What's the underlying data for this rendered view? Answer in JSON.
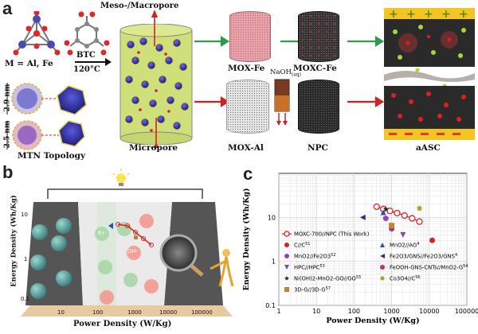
{
  "panels": {
    "a": "a",
    "b": "b",
    "c": "c"
  },
  "panel_a": {
    "metal_label": "M = Al, Fe",
    "btc_label": "BTC",
    "temp_label": "120°C",
    "meso_label": "Meso-/Macropore",
    "micro_label": "Micropore",
    "mtn_label": "MTN Topology",
    "size_1": "2.9 nm",
    "size_2": "2.5 nm",
    "mox_fe": "MOX-Fe",
    "moxc_fe": "MOXC-Fe",
    "mox_al": "MOX-Al",
    "npc": "NPC",
    "naoh": "NaOH",
    "naoh_sub": "(aq)",
    "aasc": "aASC",
    "colors": {
      "green_arrow": "#2e9a4a",
      "red_arrow": "#d6201f",
      "cylinder": "#cfe07a",
      "plus": "#5a8a1a",
      "minus": "#e23a2a",
      "electrode": "#f2c522"
    }
  },
  "panel_b": {
    "y_axis_label": "Energy Density (Wh/Kg)",
    "x_axis_label": "Power Density (W/Kg)",
    "x_ticks": [
      "10",
      "100",
      "1000",
      "10000",
      "100000"
    ],
    "y_ticks": [
      "10",
      "1",
      "0.1"
    ],
    "ion_k": "K+",
    "ion_oh": "OH-"
  },
  "chart_data": {
    "type": "scatter",
    "xlabel": "Power Density (W/Kg)",
    "ylabel": "Energy Density (Wh/Kg)",
    "xlim": [
      1,
      100000
    ],
    "ylim": [
      0.1,
      100
    ],
    "log_x": true,
    "log_y": true,
    "grid": true,
    "legend_position": "bottom-left",
    "x_ticks": [
      1,
      10,
      100,
      1000,
      10000,
      100000
    ],
    "x_tick_labels": [
      "1",
      "10",
      "100",
      "1000",
      "10000",
      "100000"
    ],
    "y_ticks": [
      0.1,
      1,
      10
    ],
    "y_tick_labels": [
      "0.1",
      "1",
      "10"
    ],
    "series": [
      {
        "name": "MOXC-700//NPC (This Work)",
        "marker": "open-circle-line",
        "color": "#e02020",
        "x": [
          400,
          600,
          900,
          1400,
          2200,
          3500,
          5500
        ],
        "y": [
          17.5,
          15.5,
          14,
          12.5,
          11,
          9.5,
          8
        ]
      },
      {
        "name": "C//C",
        "sup": "51",
        "marker": "circle",
        "color": "#e02020",
        "x": [
          12000
        ],
        "y": [
          3
        ]
      },
      {
        "name": "MnO2//AG",
        "sup": "4",
        "marker": "triangle-up",
        "color": "#2a4fb0",
        "x": [
          600
        ],
        "y": [
          13
        ]
      },
      {
        "name": "MnO2//Fe2O3",
        "sup": "52",
        "marker": "circle",
        "color": "#9a3fc0",
        "x": [
          700
        ],
        "y": [
          9.5
        ]
      },
      {
        "name": "Fe2O3/GNS//Fe2O3/GNS",
        "sup": "4",
        "marker": "triangle-left",
        "color": "#3a2a90",
        "x": [
          170
        ],
        "y": [
          10
        ]
      },
      {
        "name": "HPC//HPC",
        "sup": "53",
        "marker": "triangle-down",
        "color": "#7a4ab0",
        "x": [
          2000
        ],
        "y": [
          4
        ]
      },
      {
        "name": "FeOOH-GNS-CNTs//MnO2-G",
        "sup": "54",
        "marker": "circle",
        "color": "#c03060",
        "x": [
          1000
        ],
        "y": [
          5.5
        ]
      },
      {
        "name": "Ni(OH)2-MnO2-GO//GO",
        "sup": "55",
        "marker": "star",
        "color": "#222222",
        "x": [
          700
        ],
        "y": [
          15.5
        ]
      },
      {
        "name": "Co3O4//C",
        "sup": "56",
        "marker": "pentagon",
        "color": "#b8a020",
        "x": [
          5500
        ],
        "y": [
          16
        ]
      },
      {
        "name": "3D-G//3D-G",
        "sup": "57",
        "marker": "square",
        "color": "#b8863a",
        "x": [
          1000
        ],
        "y": [
          6.5
        ]
      }
    ]
  }
}
